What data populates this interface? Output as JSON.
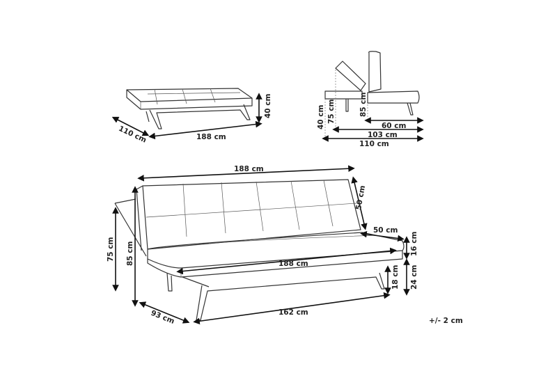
{
  "small_view": {
    "depth": "110 cm",
    "width": "188 cm",
    "height": "40 cm"
  },
  "side_view": {
    "seat_height": "40 cm",
    "recline_height": "75 cm",
    "back_height": "85 cm",
    "seat_depth": "60 cm",
    "reclined_depth": "103 cm",
    "bed_depth": "110 cm"
  },
  "main_view": {
    "back_width": "188 cm",
    "back_height": "50 cm",
    "back_depth": "50 cm",
    "seat_thickness": "16 cm",
    "seat_width": "188 cm",
    "seat_height": "24 cm",
    "leg_height": "18 cm",
    "recline_height": "75 cm",
    "total_height": "85 cm",
    "depth": "93 cm",
    "leg_span": "162 cm"
  },
  "tolerance": "+/- 2 cm"
}
